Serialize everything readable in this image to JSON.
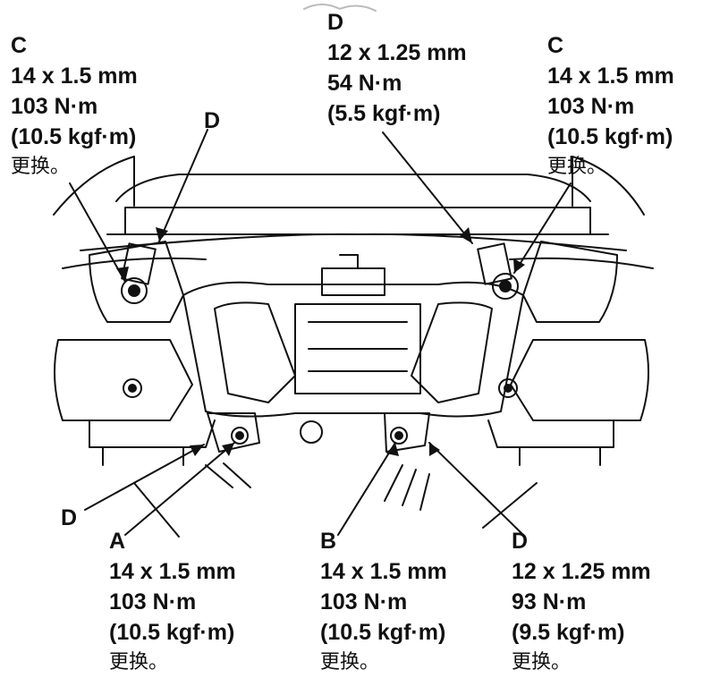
{
  "callouts": {
    "top_left_c": {
      "letter": "C",
      "size": "14 x 1.5 mm",
      "torque": "103 N·m",
      "kgf": "(10.5 kgf·m)",
      "note": "更换。"
    },
    "top_left_d": {
      "letter": "D"
    },
    "top_center_d": {
      "letter": "D",
      "size": "12 x 1.25 mm",
      "torque": "54 N·m",
      "kgf": "(5.5 kgf·m)"
    },
    "top_right_c": {
      "letter": "C",
      "size": "14 x 1.5 mm",
      "torque": "103 N·m",
      "kgf": "(10.5 kgf·m)",
      "note": "更换。"
    },
    "bottom_left_d": {
      "letter": "D"
    },
    "bottom_a": {
      "letter": "A",
      "size": "14 x 1.5 mm",
      "torque": "103 N·m",
      "kgf": "(10.5 kgf·m)",
      "note": "更换。"
    },
    "bottom_b": {
      "letter": "B",
      "size": "14 x 1.5 mm",
      "torque": "103 N·m",
      "kgf": "(10.5 kgf·m)",
      "note": "更换。"
    },
    "bottom_d": {
      "letter": "D",
      "size": "12 x 1.25 mm",
      "torque": "93 N·m",
      "kgf": "(9.5 kgf·m)",
      "note": "更换。"
    }
  }
}
